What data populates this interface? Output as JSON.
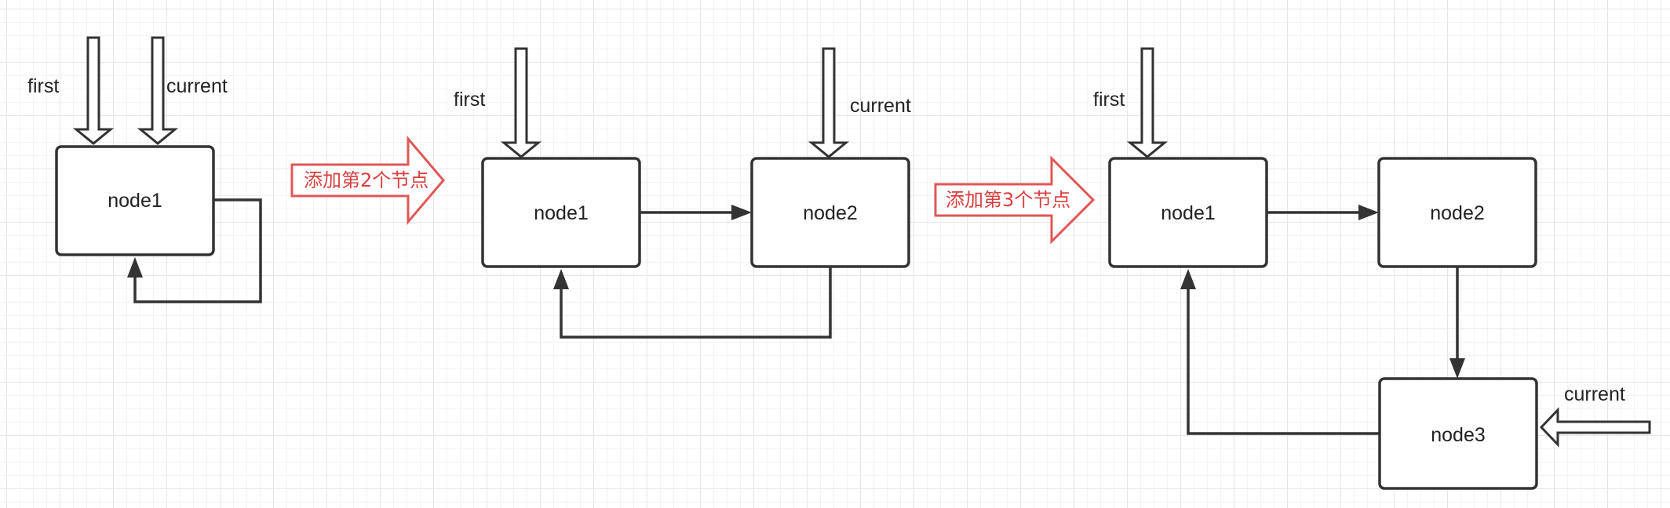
{
  "colors": {
    "stroke": "#333333",
    "accent": "#e05757",
    "accent_text": "#d84040",
    "grid": "#e6e6e6"
  },
  "stages": [
    {
      "nodes": [
        "node1"
      ],
      "pointers": {
        "first": "first",
        "current": "current"
      }
    },
    {
      "nodes": [
        "node1",
        "node2"
      ],
      "pointers": {
        "first": "first",
        "current": "current"
      }
    },
    {
      "nodes": [
        "node1",
        "node2",
        "node3"
      ],
      "pointers": {
        "first": "first",
        "current": "current"
      }
    }
  ],
  "steps": [
    {
      "label": "添加第2个节点"
    },
    {
      "label": "添加第3个节点"
    }
  ]
}
